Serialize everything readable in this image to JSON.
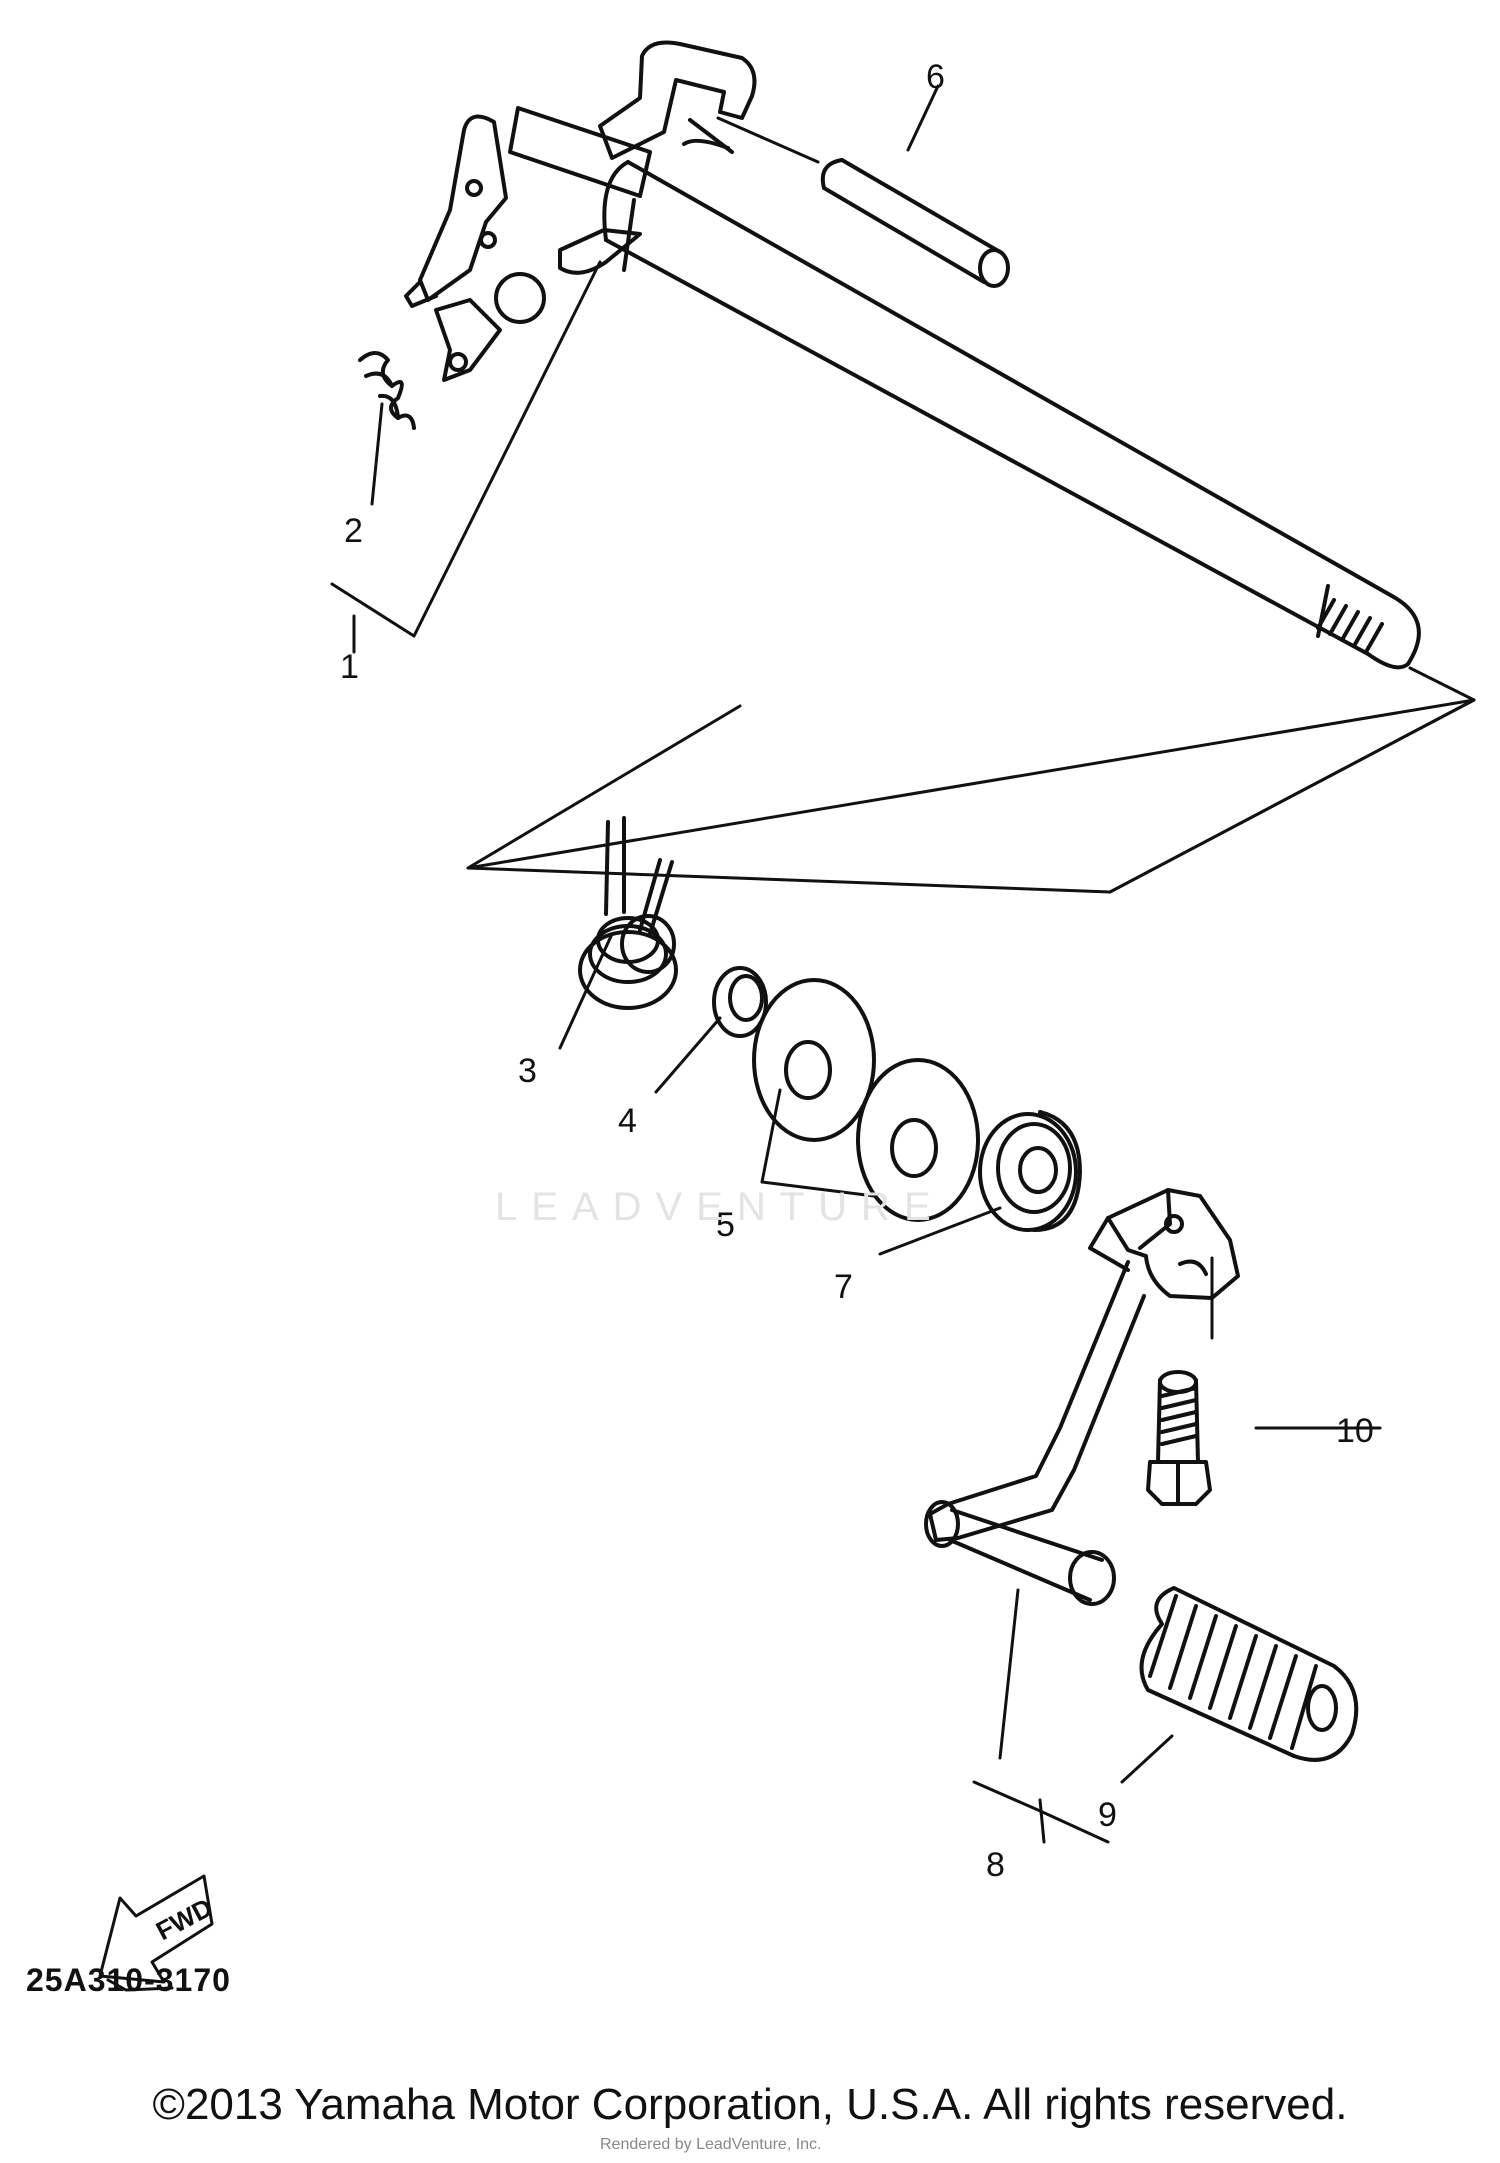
{
  "diagram": {
    "callouts": {
      "c1": "1",
      "c2": "2",
      "c3": "3",
      "c4": "4",
      "c5": "5",
      "c6": "6",
      "c7": "7",
      "c8": "8",
      "c9": "9",
      "c10": "10"
    },
    "fwd_label": "FWD",
    "code": "25A310-3170",
    "watermark": "LEADVENTURE",
    "stamp": "Rendered by LeadVenture, Inc.",
    "copyright": "©2013 Yamaha Motor Corporation, U.S.A. All rights reserved."
  }
}
